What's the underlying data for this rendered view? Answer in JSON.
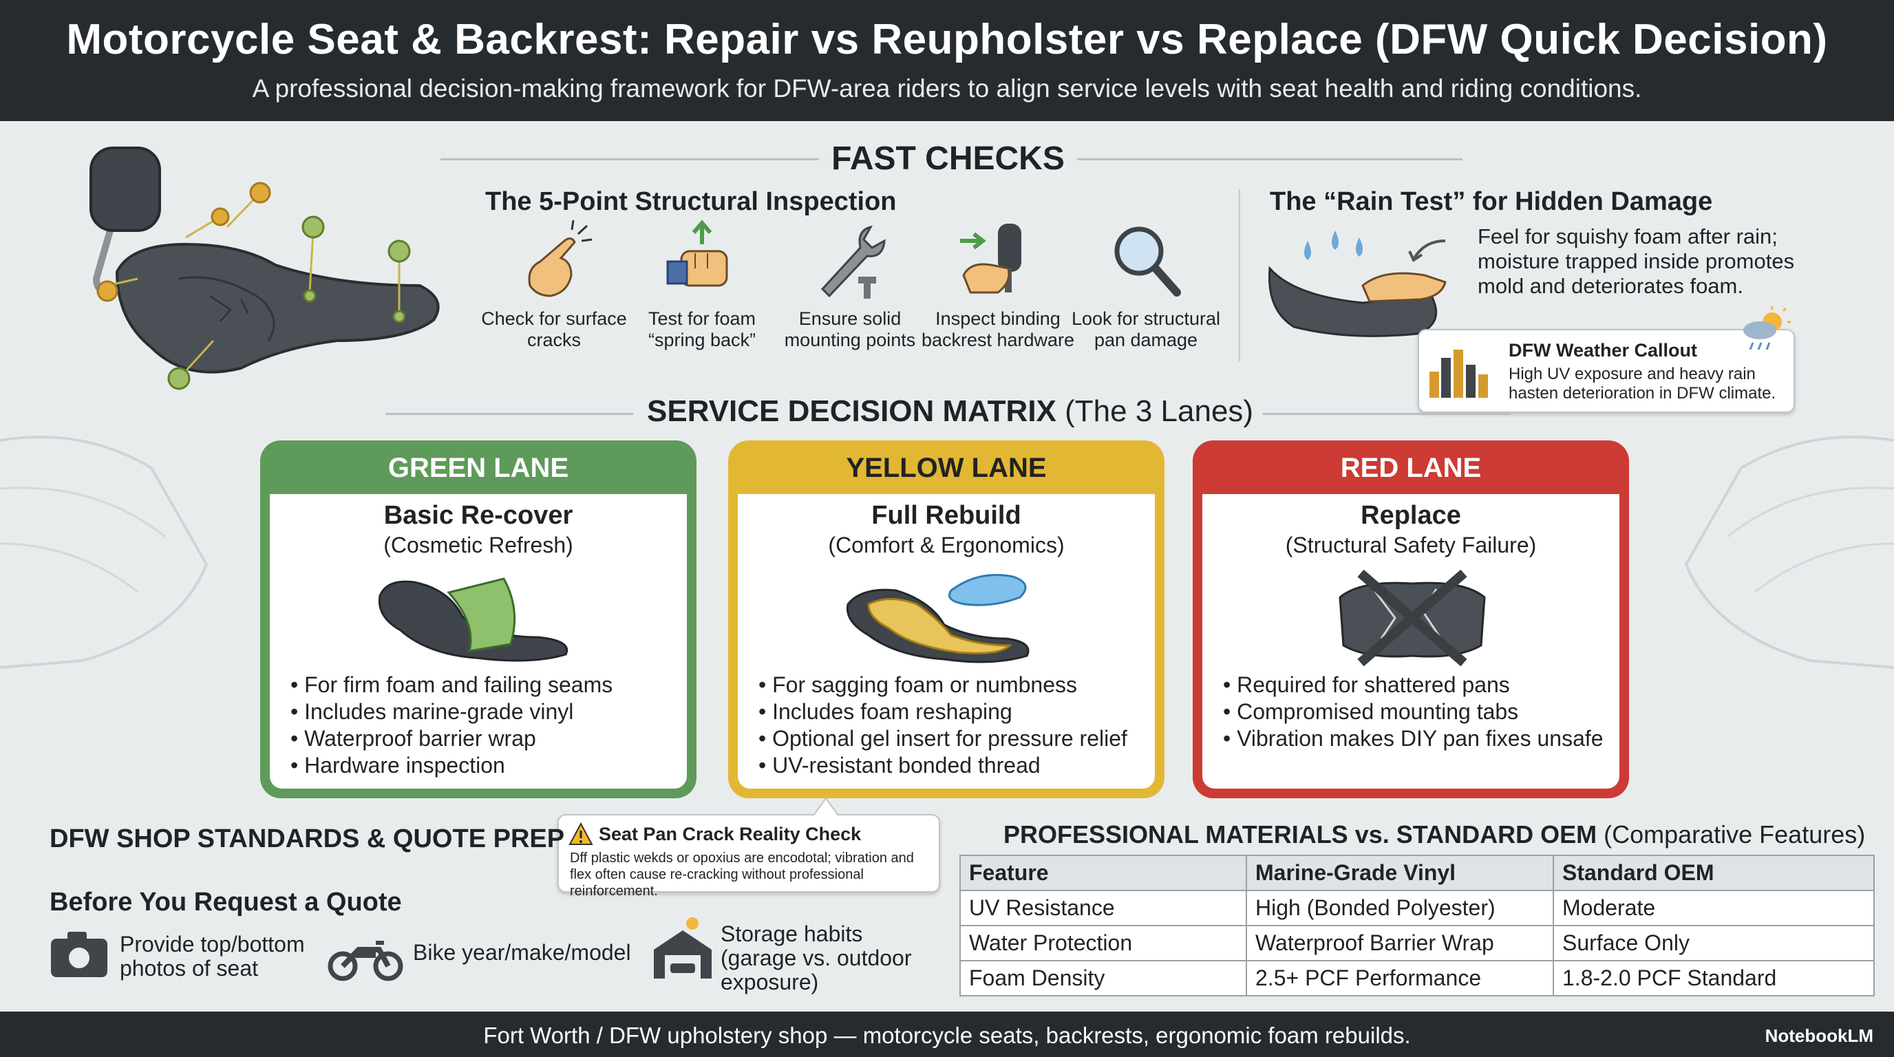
{
  "header": {
    "title": "Motorcycle Seat & Backrest: Repair vs Reupholster vs Replace (DFW Quick Decision)",
    "subtitle": "A professional decision-making framework for DFW-area riders to align service levels with seat health and riding conditions."
  },
  "fast_checks": {
    "title": "FAST CHECKS",
    "inspection_title": "The 5-Point Structural Inspection",
    "items": [
      {
        "icon": "pointing-hand-icon",
        "label": "Check for surface cracks"
      },
      {
        "icon": "fist-up-arrow-icon",
        "label": "Test for foam “spring back”"
      },
      {
        "icon": "wrench-bolt-icon",
        "label": "Ensure solid mounting points"
      },
      {
        "icon": "hand-backrest-icon",
        "label": "Inspect binding backrest hardware"
      },
      {
        "icon": "magnifier-icon",
        "label": "Look for structural pan damage"
      }
    ],
    "rain_test": {
      "title": "The “Rain Test” for Hidden Damage",
      "text": "Feel for squishy foam after rain; moisture trapped inside promotes mold and deteriorates foam.",
      "callout_title": "DFW Weather Callout",
      "callout_text": "High UV exposure and heavy rain hasten deterioration in DFW climate."
    }
  },
  "matrix": {
    "title": "SERVICE DECISION MATRIX",
    "title_suffix": "(The 3 Lanes)",
    "lanes": [
      {
        "header": "GREEN LANE",
        "name": "Basic Re-cover",
        "subtitle": "(Cosmetic Refresh)",
        "color": "#5e9a5a",
        "bullets": [
          "For firm foam and failing seams",
          "Includes marine-grade vinyl",
          "Waterproof barrier wrap",
          "Hardware inspection"
        ]
      },
      {
        "header": "YELLOW LANE",
        "name": "Full Rebuild",
        "subtitle": "(Comfort & Ergonomics)",
        "color": "#e2b734",
        "bullets": [
          "For sagging foam or numbness",
          "Includes foam reshaping",
          "Optional gel insert for pressure relief",
          "UV-resistant bonded thread"
        ]
      },
      {
        "header": "RED LANE",
        "name": "Replace",
        "subtitle": "(Structural Safety Failure)",
        "color": "#cc3b34",
        "bullets": [
          "Required for shattered pans",
          "Compromised mounting tabs",
          "Vibration makes DIY pan fixes unsafe"
        ]
      }
    ]
  },
  "reality_check": {
    "title": "Seat Pan Crack Reality Check",
    "text": "Dff plastic wekds or opoxius are encodotal; vibration and flex often cause re-cracking without professional reinforcement."
  },
  "shop": {
    "title": "DFW SHOP STANDARDS & QUOTE PREP",
    "quote_title": "Before You Request a Quote",
    "items": [
      {
        "icon": "camera-icon",
        "label": "Provide top/bottom photos of seat"
      },
      {
        "icon": "motorcycle-icon",
        "label": "Bike year/make/model"
      },
      {
        "icon": "garage-icon",
        "label": "Storage habits (garage vs. outdoor exposure)"
      }
    ]
  },
  "materials": {
    "title": "PROFESSIONAL MATERIALS vs. STANDARD OEM",
    "title_suffix": "(Comparative Features)",
    "columns": [
      "Feature",
      "Marine-Grade Vinyl",
      "Standard OEM"
    ],
    "rows": [
      [
        "UV Resistance",
        "High (Bonded Polyester)",
        "Moderate"
      ],
      [
        "Water Protection",
        "Waterproof Barrier Wrap",
        "Surface Only"
      ],
      [
        "Foam Density",
        "2.5+ PCF Performance",
        "1.8-2.0 PCF Standard"
      ]
    ]
  },
  "footer": {
    "text": "Fort Worth / DFW upholstery shop — motorcycle seats, backrests, ergonomic foam rebuilds.",
    "brand": "NotebookLM"
  }
}
